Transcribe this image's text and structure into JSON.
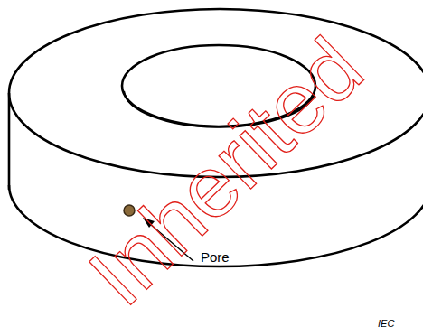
{
  "diagram": {
    "labels": [
      "Inherited",
      "Pore",
      "IEC"
    ]
  }
}
